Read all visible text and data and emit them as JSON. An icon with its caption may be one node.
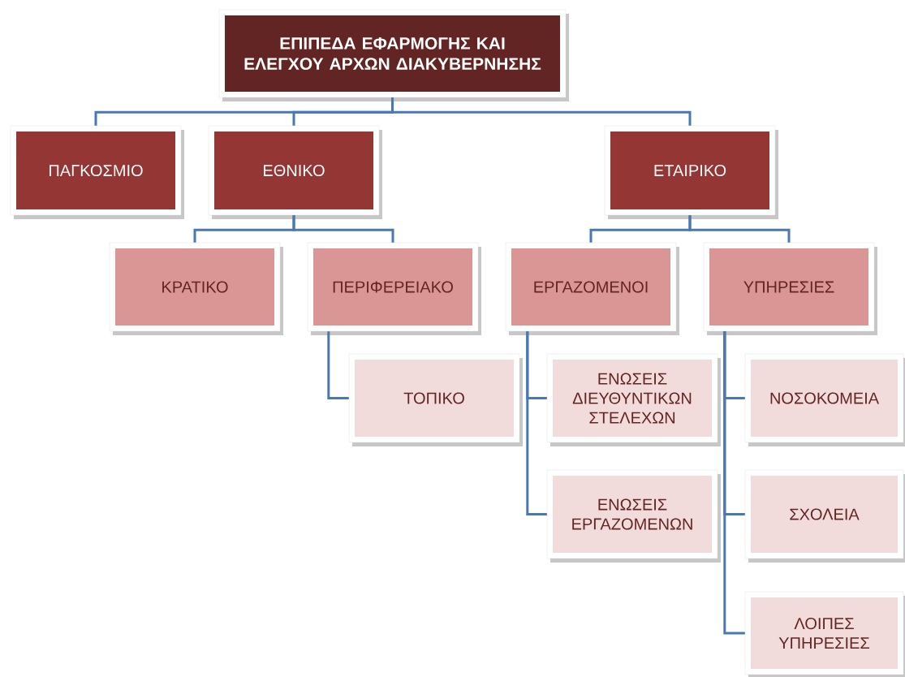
{
  "diagram": {
    "nodes": [
      {
        "text": [
          "ΕΠΙΠΕΔΑ ΕΦΑΡΜΟΓΗΣ ΚΑΙ ΕΛΕΓΧΟΥ ΑΡΧΩΝ ΔΙΑΚΥΒΕΡΝΗΣΗΣ"
        ]
      },
      {
        "text": [
          "ΠΑΓΚΟΣΜΙΟ"
        ]
      },
      {
        "text": [
          "ΕΘΝΙΚΟ"
        ]
      },
      {
        "text": [
          "ΕΤΑΙΡΙΚΟ"
        ]
      },
      {
        "text": [
          "ΚΡΑΤΙΚΟ"
        ]
      },
      {
        "text": [
          "ΠΕΡΙΦΕΡΕΙΑΚΟ"
        ]
      },
      {
        "text": [
          "ΕΡΓΑΖΟΜΕΝΟΙ"
        ]
      },
      {
        "text": [
          "ΥΠΗΡΕΣΙΕΣ"
        ]
      },
      {
        "text": [
          "ΤΟΠΙΚΟ"
        ]
      },
      {
        "text": [
          "ΕΝΩΣΕΙΣ ΔΙΕΥΘΥΝΤΙΚΩΝ ΣΤΕΛΕΧΩΝ"
        ]
      },
      {
        "text": [
          "ΕΝΩΣΕΙΣ ΕΡΓΑΖΟΜΕΝΩΝ"
        ]
      },
      {
        "text": [
          "ΝΟΣΟΚΟΜΕΙΑ"
        ]
      },
      {
        "text": [
          "ΣΧΟΛΕΙΑ"
        ]
      },
      {
        "text": [
          "ΛΟΙΠΕΣ ΥΠΗΡΕΣΙΕΣ"
        ]
      }
    ],
    "edges": [
      {
        "from": 0,
        "to": 1,
        "arrow": "none"
      },
      {
        "from": 0,
        "to": 2,
        "arrow": "none"
      },
      {
        "from": 0,
        "to": 3,
        "arrow": "none"
      },
      {
        "from": 2,
        "to": 4,
        "arrow": "none"
      },
      {
        "from": 2,
        "to": 5,
        "arrow": "none"
      },
      {
        "from": 3,
        "to": 6,
        "arrow": "none"
      },
      {
        "from": 3,
        "to": 7,
        "arrow": "none"
      },
      {
        "from": 5,
        "to": 8,
        "arrow": "none"
      },
      {
        "from": 6,
        "to": 9,
        "arrow": "none"
      },
      {
        "from": 6,
        "to": 10,
        "arrow": "none"
      },
      {
        "from": 7,
        "to": 11,
        "arrow": "none"
      },
      {
        "from": 7,
        "to": 12,
        "arrow": "none"
      },
      {
        "from": 7,
        "to": 13,
        "arrow": "none"
      }
    ]
  }
}
